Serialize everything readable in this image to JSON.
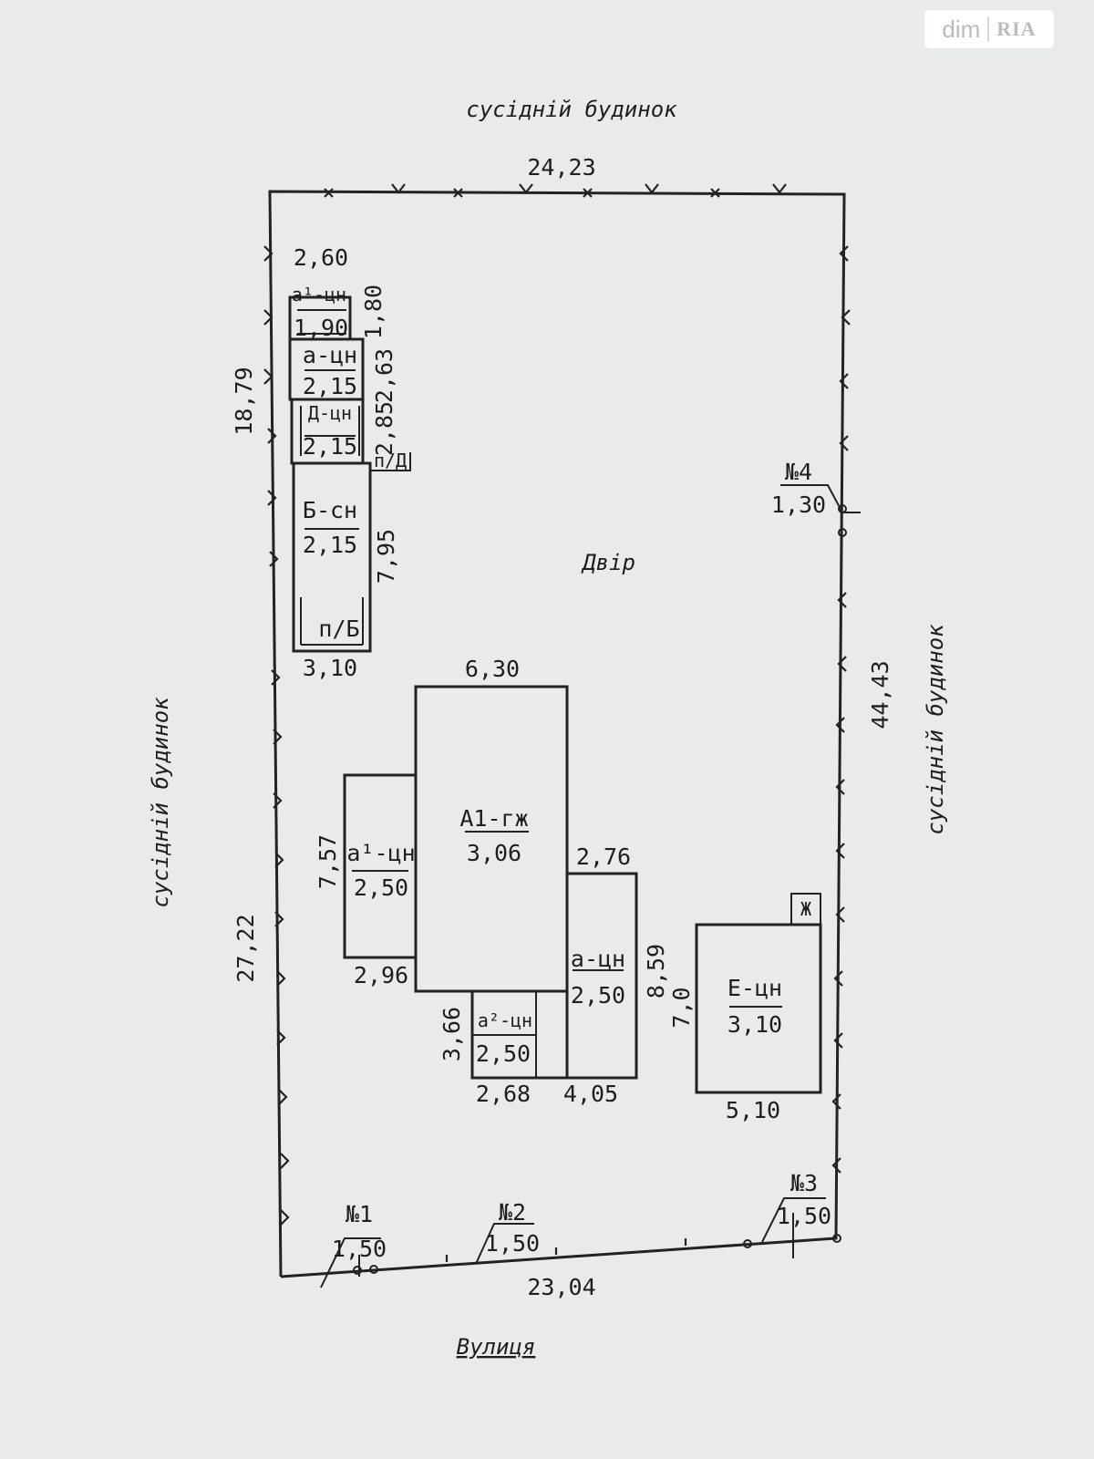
{
  "watermark": {
    "brand": "dim",
    "sub": "RIA"
  },
  "labels": {
    "neighbor_top": "сусідній будинок",
    "neighbor_left": "сусідній будинок",
    "neighbor_right": "сусідній будинок",
    "yard": "Двір",
    "street": "Вулиця"
  },
  "plot": {
    "top": "24,23",
    "bottom": "23,04",
    "right": "44,43",
    "left_upper": "18,79",
    "left_lower": "27,22"
  },
  "buildings": {
    "a1_small": {
      "name": "a¹-цн",
      "height": "1,90",
      "width": "2,60",
      "depth": "1,80"
    },
    "a_small": {
      "name": "а-цн",
      "height": "2,15",
      "depth": "2,63"
    },
    "d_small": {
      "name": "Д-цн",
      "height": "2,15",
      "depth": "2,85",
      "pit": "п/Д"
    },
    "b": {
      "name": "Б-сн",
      "height": "2,15",
      "depth": "7,95",
      "width": "3,10",
      "pit": "п/Б"
    },
    "a1_main": {
      "name": "А1-гж",
      "height": "3,06",
      "width": "6,30"
    },
    "a1_ext": {
      "name": "а¹-цн",
      "height": "2,50",
      "depth": "7,57",
      "width": "2,96"
    },
    "a_ext": {
      "name": "а-цн",
      "height": "2,50",
      "width_top": "2,76",
      "depth": "8,59",
      "width_bottom": "4,05"
    },
    "a2_ext": {
      "name": "а²-цн",
      "height": "2,50",
      "depth": "3,66",
      "width": "2,68"
    },
    "e": {
      "name": "Е-цн",
      "height": "3,10",
      "depth": "7,0",
      "width": "5,10",
      "well": "Ж"
    }
  },
  "gates": [
    {
      "num": "№1",
      "height": "1,50"
    },
    {
      "num": "№2",
      "height": "1,50"
    },
    {
      "num": "№3",
      "height": "1,50"
    },
    {
      "num": "№4",
      "height": "1,30"
    }
  ]
}
